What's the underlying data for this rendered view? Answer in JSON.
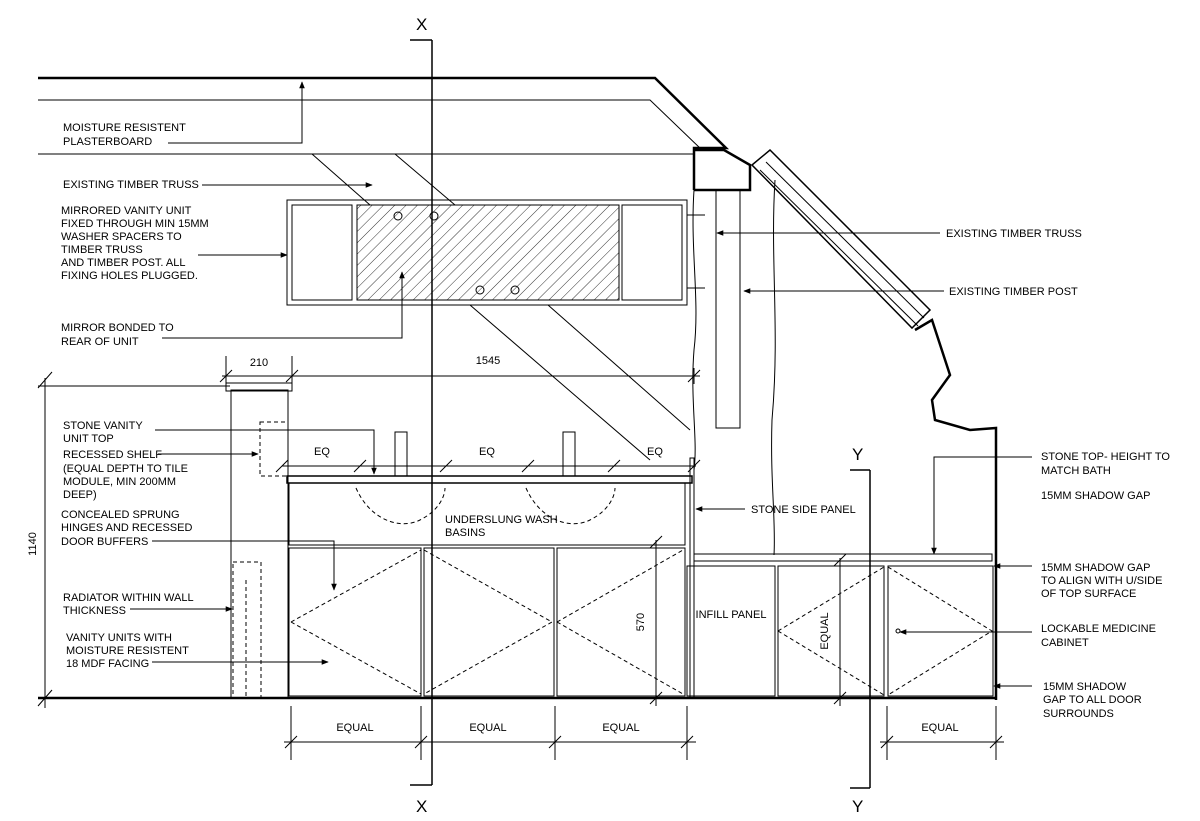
{
  "section_marks": {
    "x_top": "X",
    "x_bottom": "X",
    "y_top": "Y",
    "y_bottom": "Y"
  },
  "labels": {
    "plasterboard": [
      "MOISTURE RESISTENT",
      "PLASTERBOARD"
    ],
    "truss_left": [
      "EXISTING TIMBER TRUSS"
    ],
    "vanity_unit": [
      "MIRRORED VANITY UNIT",
      "FIXED THROUGH MIN 15MM",
      "WASHER SPACERS TO",
      "TIMBER TRUSS",
      "AND TIMBER POST. ALL",
      "FIXING HOLES PLUGGED."
    ],
    "mirror": [
      "MIRROR BONDED TO",
      "REAR OF UNIT"
    ],
    "stone_top": [
      "STONE VANITY",
      "UNIT TOP"
    ],
    "shelf": [
      "RECESSED SHELF",
      "(EQUAL DEPTH TO TILE",
      "MODULE, MIN 200MM",
      "DEEP)"
    ],
    "hinges": [
      "CONCEALED SPRUNG",
      "HINGES AND RECESSED",
      "DOOR BUFFERS"
    ],
    "radiator": [
      "RADIATOR WITHIN WALL",
      "THICKNESS"
    ],
    "mdf": [
      "VANITY UNITS WITH",
      "MOISTURE RESISTENT",
      "18 MDF FACING"
    ],
    "truss_right": [
      "EXISTING TIMBER TRUSS"
    ],
    "post": [
      "EXISTING TIMBER POST"
    ],
    "side_panel": [
      "STONE SIDE PANEL"
    ],
    "top_bath": [
      "STONE TOP- HEIGHT TO",
      "MATCH BATH"
    ],
    "shadow_top": [
      "15MM SHADOW GAP"
    ],
    "shadow_align": [
      "15MM SHADOW GAP",
      "TO ALIGN WITH U/SIDE",
      "OF TOP SURFACE"
    ],
    "medicine": [
      "LOCKABLE MEDICINE",
      "CABINET"
    ],
    "shadow_doors": [
      "15MM SHADOW",
      "GAP TO ALL DOOR",
      "SURROUNDS"
    ],
    "basins": [
      "UNDERSLUNG WASH",
      "BASINS"
    ],
    "infill": [
      "INFILL PANEL"
    ]
  },
  "dimensions": {
    "d210": "210",
    "d1545": "1545",
    "d1140": "1140",
    "d570": "570",
    "eq1": "EQ",
    "eq2": "EQ",
    "eq3": "EQ",
    "equal1": "EQUAL",
    "equal2": "EQUAL",
    "equal3": "EQUAL",
    "equal4": "EQUAL",
    "equal_v": "EQUAL"
  }
}
